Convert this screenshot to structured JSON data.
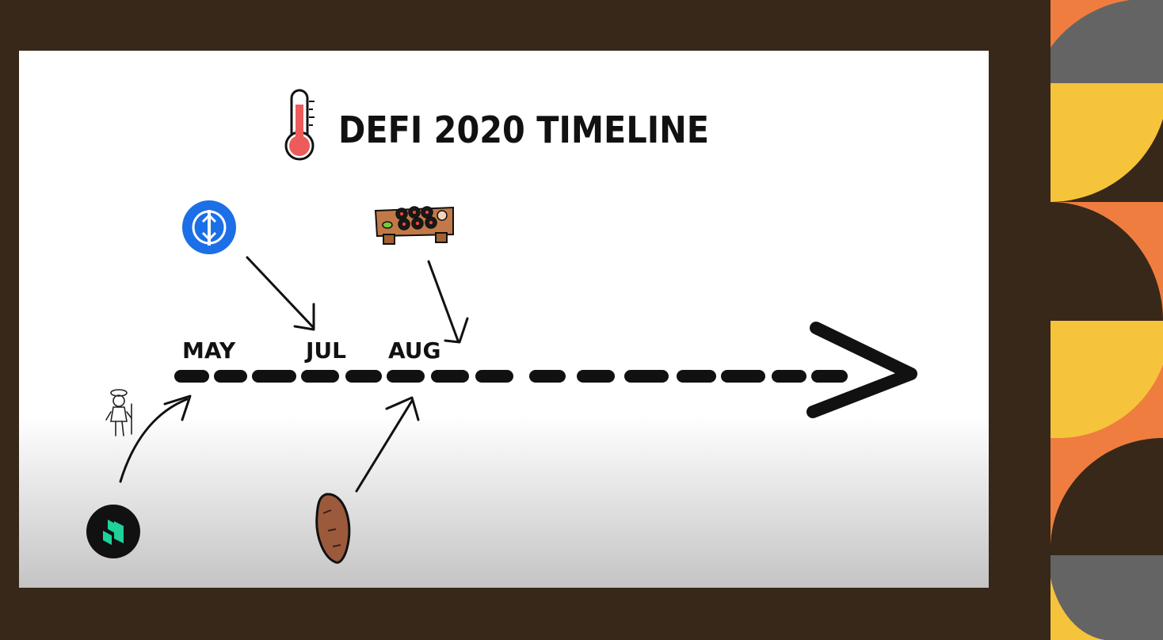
{
  "title": "DEFI 2020 TIMELINE",
  "months": [
    {
      "id": "may",
      "label": "MAY"
    },
    {
      "id": "jul",
      "label": "JUL"
    },
    {
      "id": "aug",
      "label": "AUG"
    }
  ],
  "icons": [
    {
      "id": "thermometer",
      "name": "thermometer-icon"
    },
    {
      "id": "yearn",
      "name": "yearn-finance-logo-icon"
    },
    {
      "id": "sushi",
      "name": "sushi-platter-icon"
    },
    {
      "id": "farmer",
      "name": "farmer-character-icon"
    },
    {
      "id": "compound",
      "name": "compound-logo-icon"
    },
    {
      "id": "yam",
      "name": "sweet-potato-yam-icon"
    }
  ],
  "colors": {
    "frame_background": "#37281a",
    "slide_background": "#ffffff",
    "ink": "#111111",
    "yearn_blue": "#1c6fe6",
    "compound_green": "#1fd19a",
    "thermometer_red": "#ee5b5b",
    "deco_orange": "#ef7d3f",
    "deco_yellow": "#f6c43a",
    "deco_gray": "#646464",
    "deco_brown": "#37281a"
  }
}
